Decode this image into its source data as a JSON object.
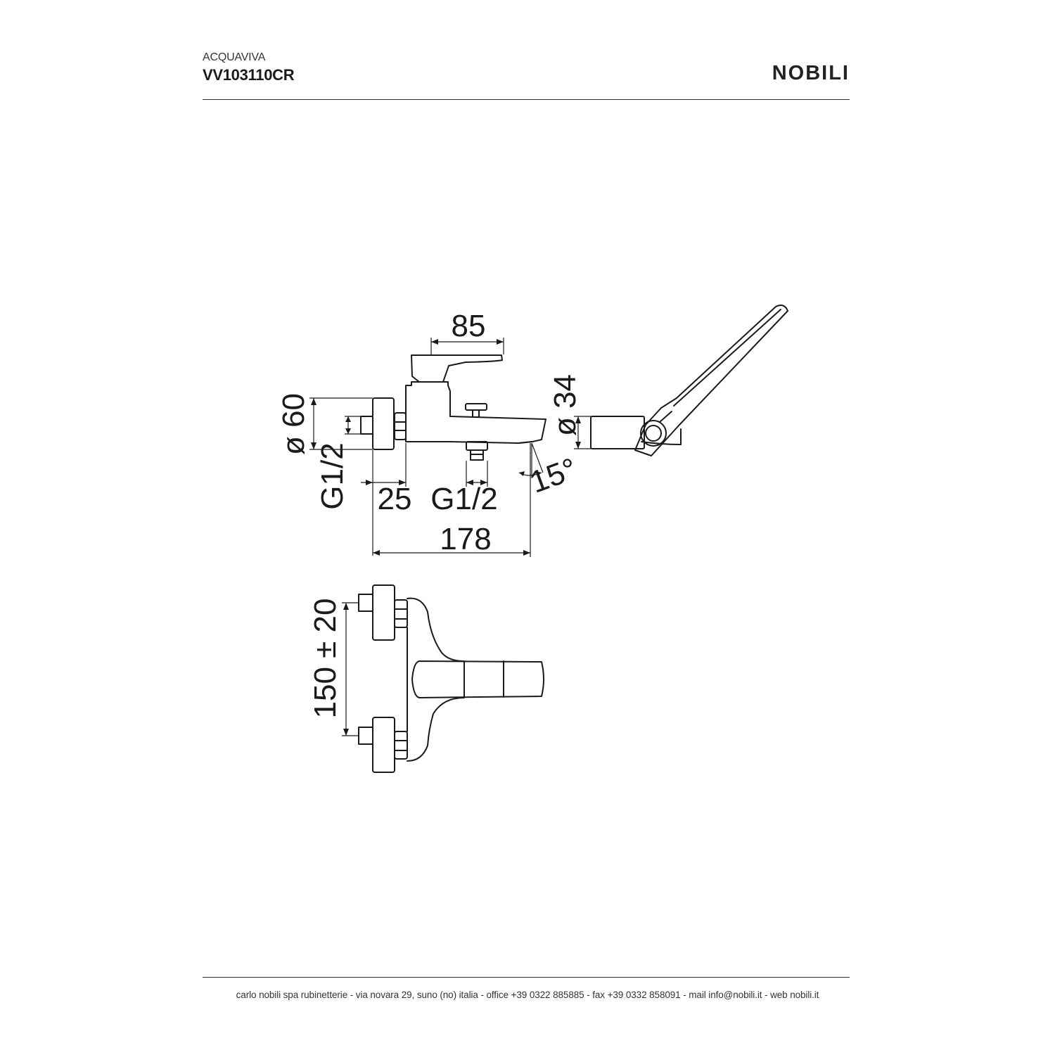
{
  "header": {
    "series": "ACQUAVIVA",
    "code": "VV103110CR",
    "brand": "NOBILI"
  },
  "dimensions": {
    "width_85": "85",
    "diameter_60": "ø 60",
    "diameter_34": "ø 34",
    "thread_left": "G1/2",
    "depth_25": "25",
    "thread_bottom": "G1/2",
    "angle_15": "15°",
    "total_178": "178",
    "centers_150": "150 ± 20"
  },
  "footer": {
    "contact": "carlo nobili spa rubinetterie - via novara 29, suno (no) italia - office +39 0322 885885 - fax +39 0332 858091 - mail info@nobili.it - web nobili.it"
  }
}
